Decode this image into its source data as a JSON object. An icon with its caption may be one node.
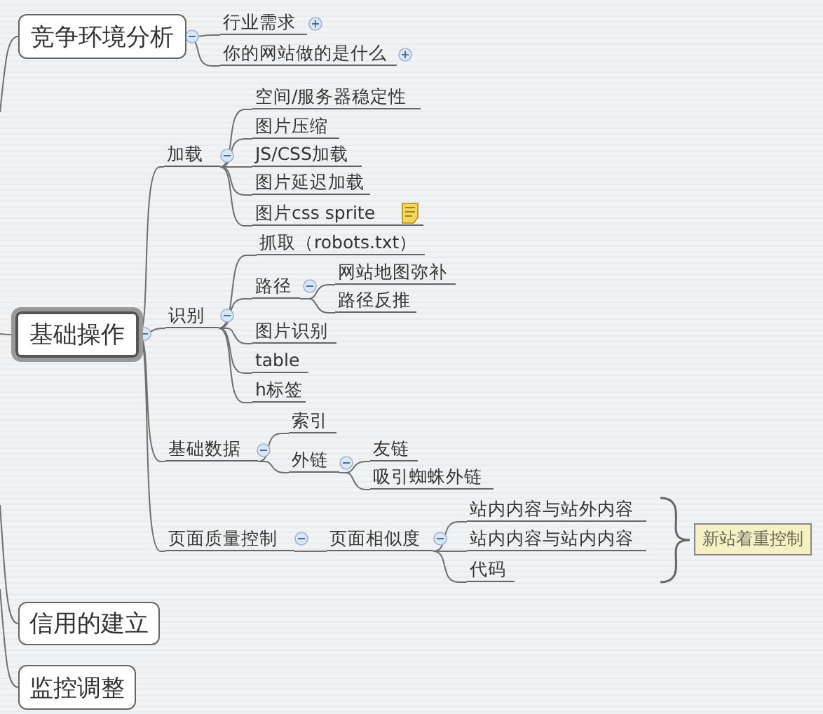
{
  "diagram": {
    "nodes": [
      {
        "text": [
          "竞争环境分析"
        ]
      },
      {
        "text": [
          "行业需求"
        ]
      },
      {
        "text": [
          "你的网站做的是什么"
        ]
      },
      {
        "text": [
          "基础操作"
        ]
      },
      {
        "text": [
          "加载"
        ]
      },
      {
        "text": [
          "空间/服务器稳定性"
        ]
      },
      {
        "text": [
          "图片压缩"
        ]
      },
      {
        "text": [
          "JS/CSS加载"
        ]
      },
      {
        "text": [
          "图片延迟加载"
        ]
      },
      {
        "text": [
          "图片css sprite"
        ]
      },
      {
        "text": [
          "识别"
        ]
      },
      {
        "text": [
          "抓取（robots.txt）"
        ]
      },
      {
        "text": [
          "路径"
        ]
      },
      {
        "text": [
          "网站地图弥补"
        ]
      },
      {
        "text": [
          "路径反推"
        ]
      },
      {
        "text": [
          "图片识别"
        ]
      },
      {
        "text": [
          "table"
        ]
      },
      {
        "text": [
          "h标签"
        ]
      },
      {
        "text": [
          "基础数据"
        ]
      },
      {
        "text": [
          "索引"
        ]
      },
      {
        "text": [
          "外链"
        ]
      },
      {
        "text": [
          "友链"
        ]
      },
      {
        "text": [
          "吸引蜘蛛外链"
        ]
      },
      {
        "text": [
          "页面质量控制"
        ]
      },
      {
        "text": [
          "页面相似度"
        ]
      },
      {
        "text": [
          "站内内容与站外内容"
        ]
      },
      {
        "text": [
          "站内内容与站内内容"
        ]
      },
      {
        "text": [
          "代码"
        ]
      },
      {
        "text": [
          "新站着重控制"
        ]
      },
      {
        "text": [
          "信用的建立"
        ]
      },
      {
        "text": [
          "监控调整"
        ]
      }
    ],
    "edges": [
      {
        "from": 0,
        "to": 1,
        "arrow": "none"
      },
      {
        "from": 0,
        "to": 2,
        "arrow": "none"
      },
      {
        "from": 3,
        "to": 4,
        "arrow": "none"
      },
      {
        "from": 4,
        "to": 5,
        "arrow": "none"
      },
      {
        "from": 4,
        "to": 6,
        "arrow": "none"
      },
      {
        "from": 4,
        "to": 7,
        "arrow": "none"
      },
      {
        "from": 4,
        "to": 8,
        "arrow": "none"
      },
      {
        "from": 4,
        "to": 9,
        "arrow": "none"
      },
      {
        "from": 3,
        "to": 10,
        "arrow": "none"
      },
      {
        "from": 10,
        "to": 11,
        "arrow": "none"
      },
      {
        "from": 10,
        "to": 12,
        "arrow": "none"
      },
      {
        "from": 12,
        "to": 13,
        "arrow": "none"
      },
      {
        "from": 12,
        "to": 14,
        "arrow": "none"
      },
      {
        "from": 10,
        "to": 15,
        "arrow": "none"
      },
      {
        "from": 10,
        "to": 16,
        "arrow": "none"
      },
      {
        "from": 10,
        "to": 17,
        "arrow": "none"
      },
      {
        "from": 3,
        "to": 18,
        "arrow": "none"
      },
      {
        "from": 18,
        "to": 19,
        "arrow": "none"
      },
      {
        "from": 18,
        "to": 20,
        "arrow": "none"
      },
      {
        "from": 20,
        "to": 21,
        "arrow": "none"
      },
      {
        "from": 20,
        "to": 22,
        "arrow": "none"
      },
      {
        "from": 3,
        "to": 23,
        "arrow": "none"
      },
      {
        "from": 23,
        "to": 24,
        "arrow": "none"
      },
      {
        "from": 24,
        "to": 25,
        "arrow": "none"
      },
      {
        "from": 24,
        "to": 26,
        "arrow": "none"
      },
      {
        "from": 24,
        "to": 27,
        "arrow": "none"
      },
      {
        "from": null,
        "to": 0,
        "arrow": "none"
      },
      {
        "from": null,
        "to": 3,
        "arrow": "none"
      },
      {
        "from": null,
        "to": 29,
        "arrow": "none"
      },
      {
        "from": null,
        "to": 30,
        "arrow": "none"
      }
    ]
  }
}
